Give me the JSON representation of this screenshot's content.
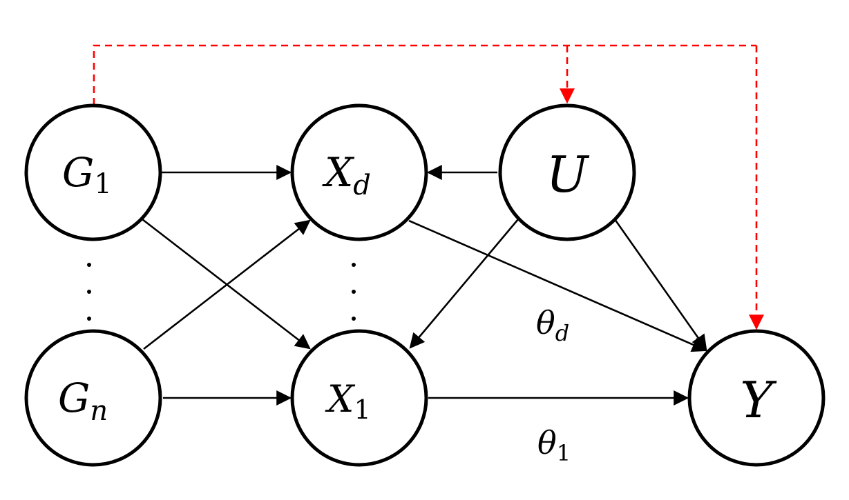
{
  "nodes": {
    "g1": {
      "letter": "G",
      "subscript": "1"
    },
    "gn": {
      "letter": "G",
      "subscript": "n"
    },
    "xd": {
      "letter": "X",
      "subscript": "d"
    },
    "x1": {
      "letter": "X",
      "subscript": "1"
    },
    "u": {
      "letter": "U",
      "subscript": ""
    },
    "y": {
      "letter": "Y",
      "subscript": ""
    }
  },
  "edge_labels": {
    "theta_d": {
      "symbol": "θ",
      "subscript": "d"
    },
    "theta_1": {
      "symbol": "θ",
      "subscript": "1"
    }
  },
  "colors": {
    "node_stroke": "#000000",
    "edge": "#000000",
    "dashed_edge": "#ff0000"
  }
}
